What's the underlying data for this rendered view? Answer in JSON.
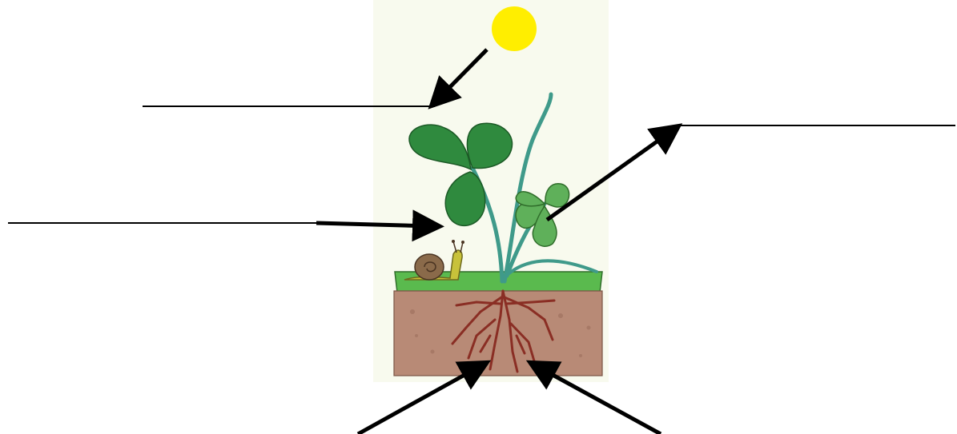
{
  "diagram": {
    "type": "labelling-worksheet",
    "subject_parts": [
      "sun",
      "leaves",
      "stem",
      "snail",
      "grass",
      "soil",
      "roots"
    ],
    "answer_lines": [
      {
        "id": "sun-light",
        "text": ""
      },
      {
        "id": "leaf",
        "text": ""
      },
      {
        "id": "stem",
        "text": ""
      },
      {
        "id": "root-left",
        "text": ""
      },
      {
        "id": "root-right",
        "text": ""
      }
    ],
    "colors": {
      "sun": "#ffee00",
      "leaf_dark": "#2f8a3e",
      "leaf_light": "#5fb05a",
      "stem": "#3f9a8a",
      "grass": "#5aba4e",
      "soil": "#b88a76",
      "roots": "#8a2e24",
      "snail_body": "#c8c23a",
      "snail_shell": "#8a6a4a",
      "background_panel": "#f8faee",
      "arrow": "#000000"
    }
  }
}
